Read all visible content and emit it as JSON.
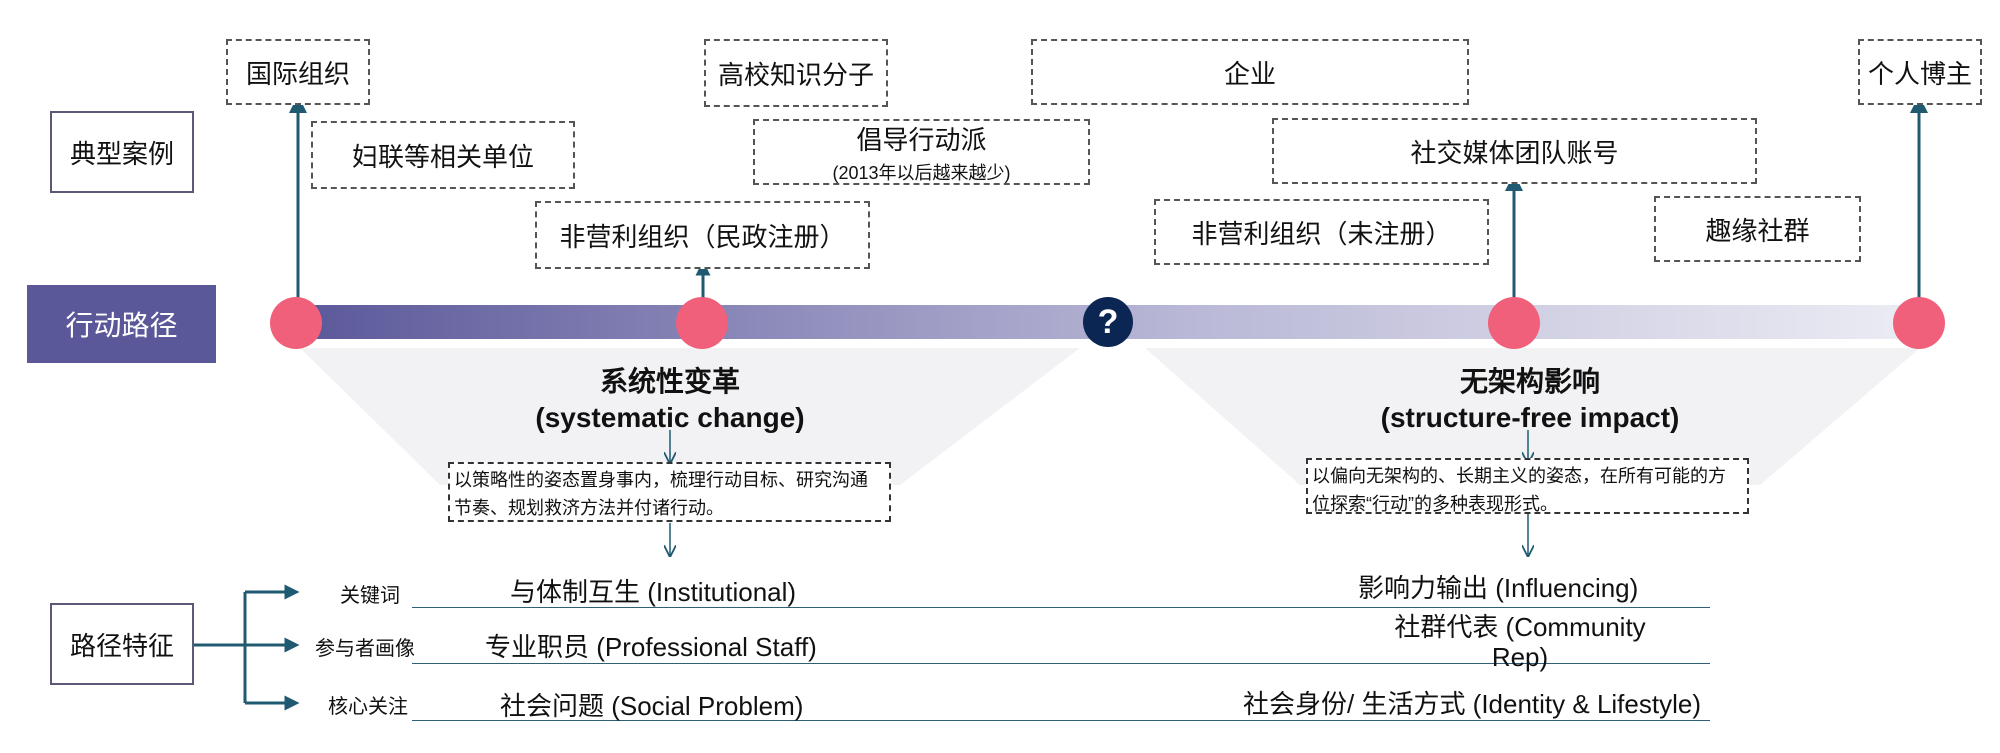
{
  "row_labels": {
    "cases": "典型案例",
    "path": "行动路径",
    "features": "路径特征"
  },
  "cases": {
    "intl_org": "国际组织",
    "womens_fed": "妇联等相关单位",
    "intellectuals": "高校知识分子",
    "advocacy": "倡导行动派",
    "advocacy_note": "(2013年以后越来越少)",
    "npo_registered": "非营利组织（民政注册）",
    "enterprise": "企业",
    "social_media": "社交媒体团队账号",
    "npo_unregistered": "非营利组织（未注册）",
    "interest_group": "趣缘社群",
    "blogger": "个人博主"
  },
  "path": {
    "center_symbol": "?",
    "left_zh": "系统性变革",
    "left_en": "(systematic change)",
    "left_desc": "以策略性的姿态置身事内，梳理行动目标、研究沟通节奏、规划救济方法并付诸行动。",
    "right_zh": "无架构影响",
    "right_en": "(structure-free impact)",
    "right_desc": "以偏向无架构的、长期主义的姿态，在所有可能的方位探索“行动”的多种表现形式。"
  },
  "features": {
    "keyword_label": "关键词",
    "participant_label": "参与者画像",
    "focus_label": "核心关注",
    "keyword_left": "与体制互生 (Institutional)",
    "keyword_right": "影响力输出 (Influencing)",
    "participant_left": "专业职员 (Professional Staff)",
    "participant_right": "社群代表 (Community Rep)",
    "focus_left": "社会问题 (Social Problem)",
    "focus_right": "社会身份/ 生活方式 (Identity & Lifestyle)"
  },
  "colors": {
    "dot": "#f0607a",
    "center": "#0c2653",
    "bar_start": "#5b589a",
    "bar_end": "#e6e6f0",
    "accent_line": "#1f5a70"
  }
}
